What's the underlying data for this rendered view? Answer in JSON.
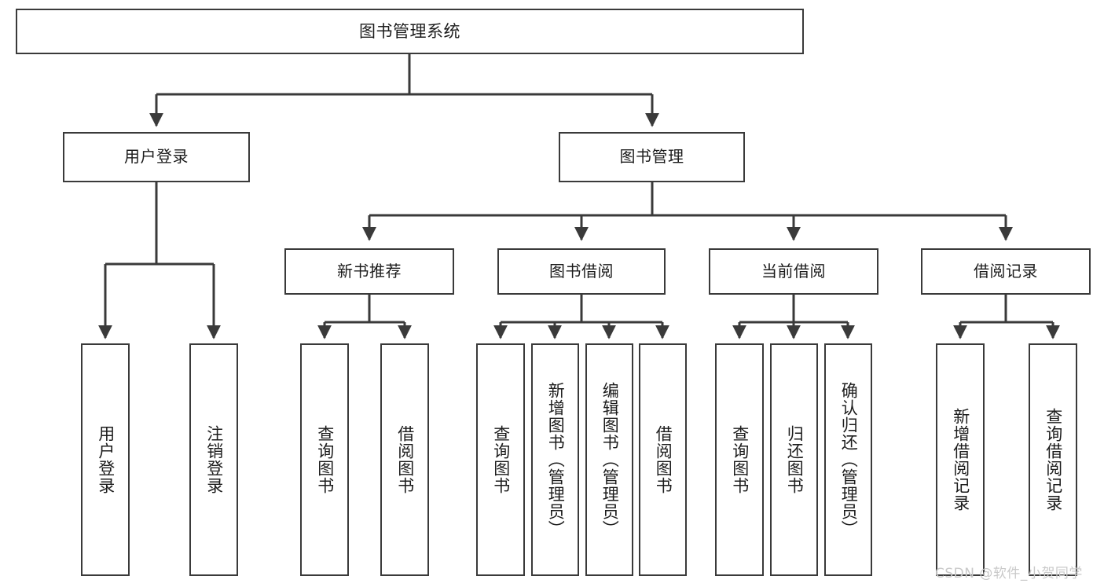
{
  "diagram": {
    "title": "图书管理系统",
    "type": "hierarchy-tree",
    "watermark": "CSDN @软件_小贺同学",
    "colors": {
      "stroke": "#3a3a3a",
      "fill": "#ffffff",
      "text": "#1c1c1c",
      "watermark": "#c9c9c9"
    },
    "root": {
      "label": "图书管理系统"
    },
    "level2": [
      {
        "label": "用户登录"
      },
      {
        "label": "图书管理"
      }
    ],
    "level3": [
      {
        "label": "新书推荐"
      },
      {
        "label": "图书借阅"
      },
      {
        "label": "当前借阅"
      },
      {
        "label": "借阅记录"
      }
    ],
    "leaves": {
      "user_login": [
        {
          "label": "用户登录"
        },
        {
          "label": "注销登录"
        }
      ],
      "new_book_recommend": [
        {
          "label": "查询图书"
        },
        {
          "label": "借阅图书"
        }
      ],
      "book_borrow": [
        {
          "label": "查询图书"
        },
        {
          "label": "新增图书（管理员）"
        },
        {
          "label": "编辑图书（管理员）"
        },
        {
          "label": "借阅图书"
        }
      ],
      "current_borrow": [
        {
          "label": "查询图书"
        },
        {
          "label": "归还图书"
        },
        {
          "label": "确认归还（管理员）"
        }
      ],
      "borrow_record": [
        {
          "label": "新增借阅记录"
        },
        {
          "label": "查询借阅记录"
        }
      ]
    }
  }
}
